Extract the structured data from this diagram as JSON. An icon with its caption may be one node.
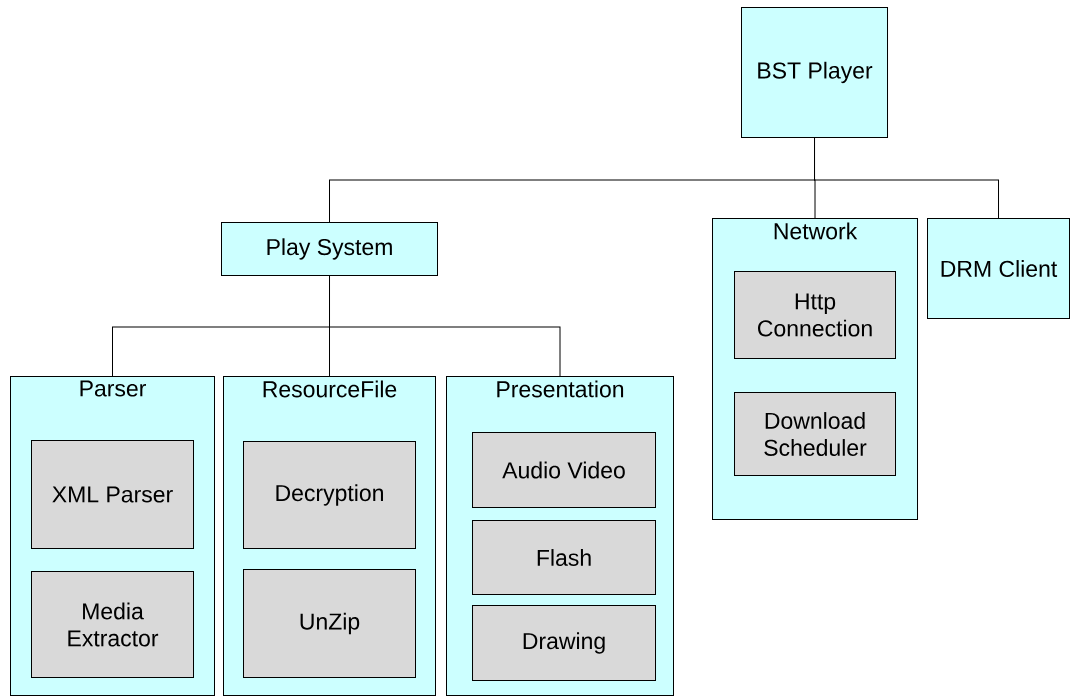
{
  "diagram": {
    "nodes": [
      {
        "text": [
          "BST Player"
        ]
      },
      {
        "text": [
          "Play System"
        ]
      },
      {
        "text": [
          "Network"
        ]
      },
      {
        "text": [
          "Http Connection"
        ],
        "in": 2
      },
      {
        "text": [
          "Download Scheduler"
        ],
        "in": 2
      },
      {
        "text": [
          "DRM Client"
        ]
      },
      {
        "text": [
          "Parser"
        ]
      },
      {
        "text": [
          "XML Parser"
        ],
        "in": 6
      },
      {
        "text": [
          "Media Extractor"
        ],
        "in": 6
      },
      {
        "text": [
          "ResourceFile"
        ]
      },
      {
        "text": [
          "Decryption"
        ],
        "in": 9
      },
      {
        "text": [
          "UnZip"
        ],
        "in": 9
      },
      {
        "text": [
          "Presentation"
        ]
      },
      {
        "text": [
          "Audio Video"
        ],
        "in": 12
      },
      {
        "text": [
          "Flash"
        ],
        "in": 12
      },
      {
        "text": [
          "Drawing"
        ],
        "in": 12
      }
    ],
    "edges": [
      {
        "from": 0,
        "to": 1,
        "arrow": "none"
      },
      {
        "from": 0,
        "to": 2,
        "arrow": "none"
      },
      {
        "from": 0,
        "to": 5,
        "arrow": "none"
      },
      {
        "from": 1,
        "to": 6,
        "arrow": "none"
      },
      {
        "from": 1,
        "to": 9,
        "arrow": "none"
      },
      {
        "from": 1,
        "to": 12,
        "arrow": "none"
      }
    ]
  }
}
